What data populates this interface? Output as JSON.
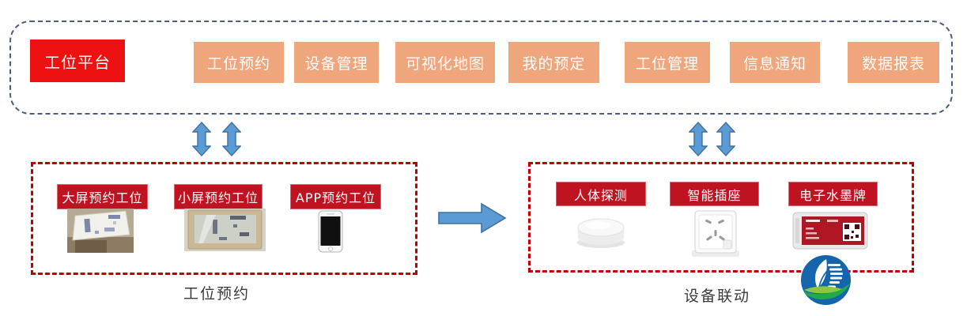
{
  "platform": {
    "title": "工位平台",
    "menu_items": [
      "工位预约",
      "设备管理",
      "可视化地图",
      "我的预定",
      "工位管理",
      "信息通知",
      "数据报表"
    ]
  },
  "left_group": {
    "caption": "工位预约",
    "items": [
      {
        "label": "大屏预约工位",
        "image": "large-screen-kiosk-photo"
      },
      {
        "label": "小屏预约工位",
        "image": "small-screen-panel-photo"
      },
      {
        "label": "APP预约工位",
        "image": "smartphone-photo"
      }
    ]
  },
  "right_group": {
    "caption": "设备联动",
    "items": [
      {
        "label": "人体探测",
        "image": "presence-sensor-photo"
      },
      {
        "label": "智能插座",
        "image": "smart-socket-photo"
      },
      {
        "label": "电子水墨牌",
        "image": "e-ink-tag-photo"
      }
    ]
  },
  "icons": {
    "up_down_arrow": "up-down-arrow",
    "right_arrow": "right-arrow",
    "logo": "leaf-document-logo"
  },
  "colors": {
    "platform_red": "#ee1111",
    "label_red": "#bf1321",
    "menu_orange": "#f0a67c",
    "arrow_fill": "#5b9bd5",
    "arrow_stroke": "#41719c",
    "frame_blue": "#4a5d7e",
    "frame_red": "#c00000"
  }
}
